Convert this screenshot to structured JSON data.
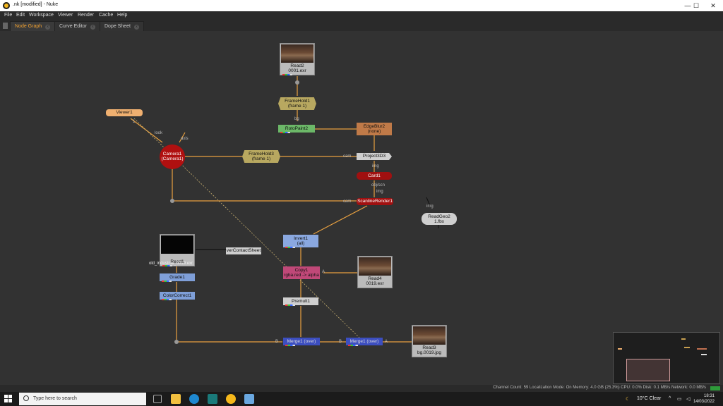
{
  "window": {
    "title": ".nk [modified] - Nuke",
    "minimize": "—",
    "maximize": "☐",
    "close": "✕"
  },
  "menu": [
    "File",
    "Edit",
    "Workspace",
    "Viewer",
    "Render",
    "Cache",
    "Help"
  ],
  "tabs": [
    {
      "label": "Node Graph",
      "active": true
    },
    {
      "label": "Curve Editor",
      "active": false
    },
    {
      "label": "Dope Sheet",
      "active": false
    }
  ],
  "nodes": {
    "read2": {
      "name": "Read2",
      "file": "0001.exr"
    },
    "framehold1": {
      "name": "FrameHold1",
      "sub": "(frame 1)"
    },
    "rotopaint2": {
      "name": "RotoPaint2"
    },
    "edgeblur2": {
      "name": "EdgeBlur2",
      "sub": "(none)"
    },
    "viewer1": {
      "name": "Viewer1"
    },
    "camera1": {
      "name": "Camera1",
      "sub": "(Camera1)"
    },
    "framehold3": {
      "name": "FrameHold3",
      "sub": "(frame 1)"
    },
    "project3d3": {
      "name": "Project3D3"
    },
    "card1": {
      "name": "Card1"
    },
    "scanlinerender1": {
      "name": "ScanlineRender1"
    },
    "readgeo2": {
      "name": "ReadGeo2",
      "file": "1.fbx"
    },
    "read1": {
      "name": "Read1",
      "file": "old_industrial_0019.exr"
    },
    "contactsheet": {
      "name": "verContactSheet"
    },
    "invert1": {
      "name": "Invert1",
      "sub": "(all)"
    },
    "copy1": {
      "name": "Copy1",
      "sub": "rgba.red -> alpha"
    },
    "read4": {
      "name": "Read4",
      "file": "0019.exr"
    },
    "grade1": {
      "name": "Grade1"
    },
    "colorcorrect1": {
      "name": "ColorCorrect1"
    },
    "premult1": {
      "name": "Premult1"
    },
    "merge1": {
      "name": "Merge1 (over)"
    },
    "merge2": {
      "name": "Merge1 (over)"
    },
    "read3": {
      "name": "Read3",
      "file": "bg.0019.jpg"
    }
  },
  "pipe_labels": {
    "look": "look",
    "axis": "axis",
    "bg": "bg",
    "cam": "cam",
    "img": "img",
    "obj_scn": "obj/scn",
    "cam2": "cam",
    "img2": "img",
    "b": "B",
    "a": "A",
    "b2": "B",
    "a2": "A",
    "a3": "A",
    "one": "1"
  },
  "status": "Channel Count: 59  Localization Mode: On  Memory: 4.0 GB (25.3%)  CPU: 0.0%  Disk: 0.1 MB/s  Network: 0.0 MB/s",
  "taskbar": {
    "search_placeholder": "Type here to search",
    "weather": "10°C  Clear",
    "time": "18:31",
    "date": "14/03/2022"
  },
  "colors": {
    "accent": "#f0a030",
    "pipe": "#e8a040"
  }
}
